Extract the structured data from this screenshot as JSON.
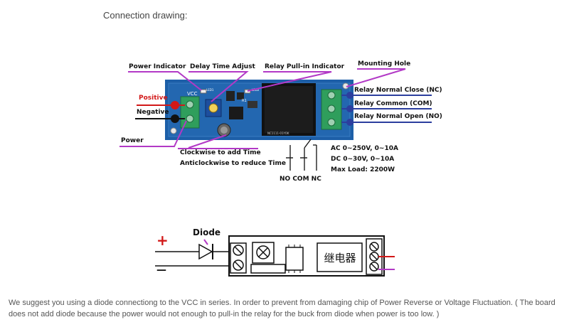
{
  "heading": "Connection drawing:",
  "labels": {
    "power_indicator": "Power Indicator",
    "delay_time_adjust": "Delay Time Adjust",
    "relay_pullin_indicator": "Relay Pull-in Indicator",
    "mounting_hole": "Mounting Hole",
    "relay_nc": "Relay Normal  Close (NC)",
    "relay_com": "Relay Common (COM)",
    "relay_no": "Relay Normal Open (NO)",
    "positive": "Positive",
    "negative": "Negative",
    "power": "Power",
    "clockwise": "Clockwise to add Time",
    "anticlockwise": "Anticlockwise to reduce Time",
    "ac_rating": "AC 0~250V, 0~10A",
    "dc_rating": "DC 0~30V, 0~10A",
    "max_load": "Max Load: 2200W",
    "no_com_nc": "NO  COM NC"
  },
  "pcb": {
    "vcc": "VCC",
    "led1": "LED1",
    "led2": "LED2",
    "r1": "R1",
    "relay_model": "NC1111-01YOK"
  },
  "wiring": {
    "diode_label": "Diode",
    "plus": "+",
    "minus": "—",
    "relay_chinese": "继电器"
  },
  "footer": "We suggest you using a diode connectiong to the VCC in series. In order to prevent from damaging chip of Power Reverse or Voltage Fluctuation. ( The board does not add diode because the power would not enough to pull-in the relay for the buck from diode when power is too low. )"
}
